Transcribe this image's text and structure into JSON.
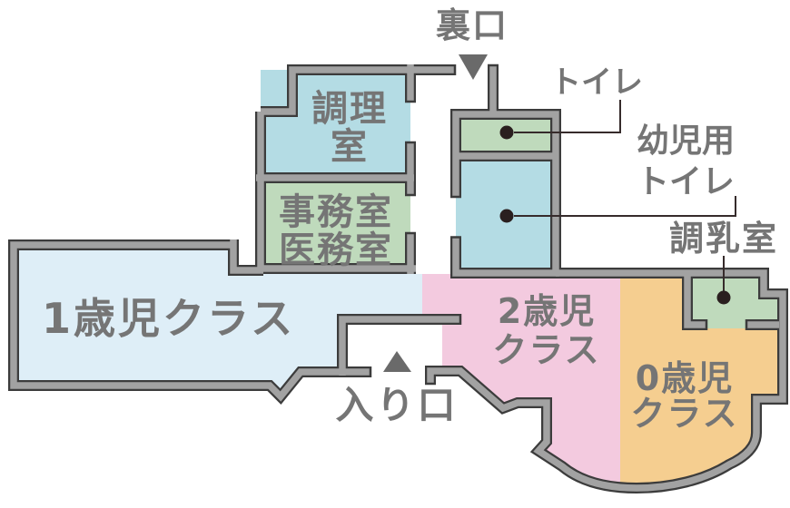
{
  "rooms": {
    "class1": {
      "label": "1歳児クラス",
      "color": "#DEEEF7"
    },
    "class2": {
      "line1": "2歳児",
      "line2": "クラス",
      "color": "#F3CADF"
    },
    "class0": {
      "line1": "0歳児",
      "line2": "クラス",
      "color": "#F5CE90"
    },
    "kitchen": {
      "line1": "調理",
      "line2": "室",
      "color": "#B4DCE4"
    },
    "office": {
      "line1": "事務室",
      "line2": "医務室",
      "color": "#BFDABC"
    },
    "toilet": {
      "label": "トイレ",
      "color": "#BFDABC"
    },
    "toddler_toilet": {
      "line1": "幼児用",
      "line2": "トイレ",
      "color": "#B4DCE4"
    },
    "milk_room": {
      "label": "調乳室",
      "color": "#BFDABC"
    }
  },
  "entrances": {
    "back": {
      "label": "裏口"
    },
    "main": {
      "label": "入り口"
    }
  },
  "palette": {
    "background": "#FFFFFF",
    "wall_core": "#A2A2A2",
    "wall_outline": "#3C3C3C",
    "label_text": "#757575",
    "arrow": "#6A6A6A",
    "callout_line": "#362B2B",
    "callout_dot": "#2A1F1F"
  }
}
